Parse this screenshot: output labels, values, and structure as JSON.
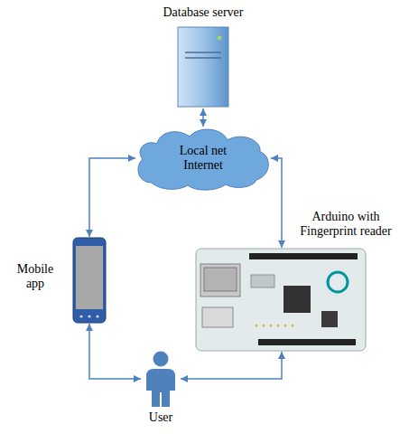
{
  "diagram": {
    "nodes": [
      {
        "text": [
          "Database server"
        ]
      },
      {
        "text": [
          "Local net Internet"
        ]
      },
      {
        "text": [
          "Mobile app"
        ]
      },
      {
        "text": [
          "Arduino with Fingerprint reader"
        ]
      },
      {
        "text": [
          "User"
        ]
      }
    ],
    "edges": [
      {
        "from": 0,
        "to": 1,
        "arrow": "both"
      },
      {
        "from": 1,
        "to": 2,
        "arrow": "both"
      },
      {
        "from": 1,
        "to": 3,
        "arrow": "both"
      },
      {
        "from": 2,
        "to": 4,
        "arrow": "both"
      },
      {
        "from": 3,
        "to": 4,
        "arrow": "both"
      }
    ]
  }
}
